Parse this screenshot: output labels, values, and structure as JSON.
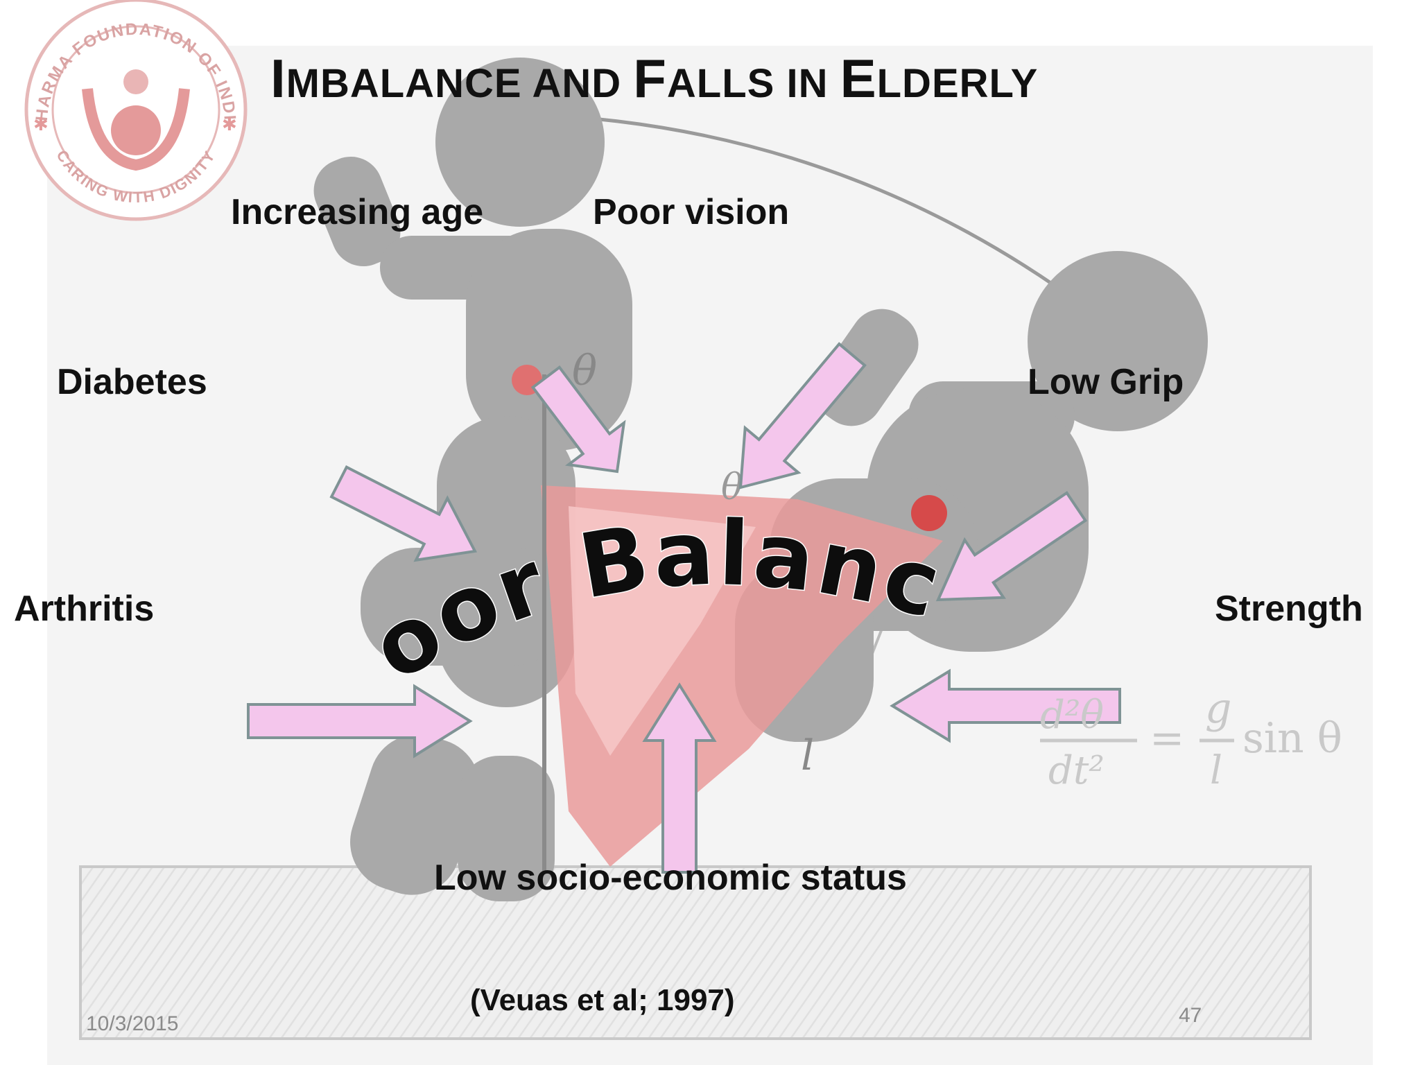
{
  "slide": {
    "title_parts": [
      {
        "big": "I",
        "small": "MBALANCE AND "
      },
      {
        "big": "F",
        "small": "ALLS IN "
      },
      {
        "big": "E",
        "small": "LDERLY"
      }
    ],
    "center_label": "Poor Balance",
    "factors": {
      "increasing_age": "Increasing age",
      "poor_vision": "Poor vision",
      "diabetes": "Diabetes",
      "low_grip": "Low Grip",
      "arthritis": "Arthritis",
      "strength": "Strength",
      "socio_economic": "Low socio-economic status"
    },
    "citation": "(Veuas  et al; 1997)",
    "date": "10/3/2015",
    "page_number": "47"
  },
  "logo": {
    "top_text": "DHARMA FOUNDATION OF INDIA",
    "bottom_text": "CARING WITH DIGNITY"
  },
  "formula": {
    "lhs_num": "d²θ",
    "lhs_den": "dt²",
    "rhs_num": "g",
    "rhs_den": "l",
    "rhs_tail": "sin θ"
  },
  "colors": {
    "arrow_fill": "#f4c6ec",
    "arrow_stroke": "#7f9395",
    "figure_gray": "#a9a9a9",
    "wedge_red": "#e98a8a",
    "logo_red": "#d66a6a"
  }
}
